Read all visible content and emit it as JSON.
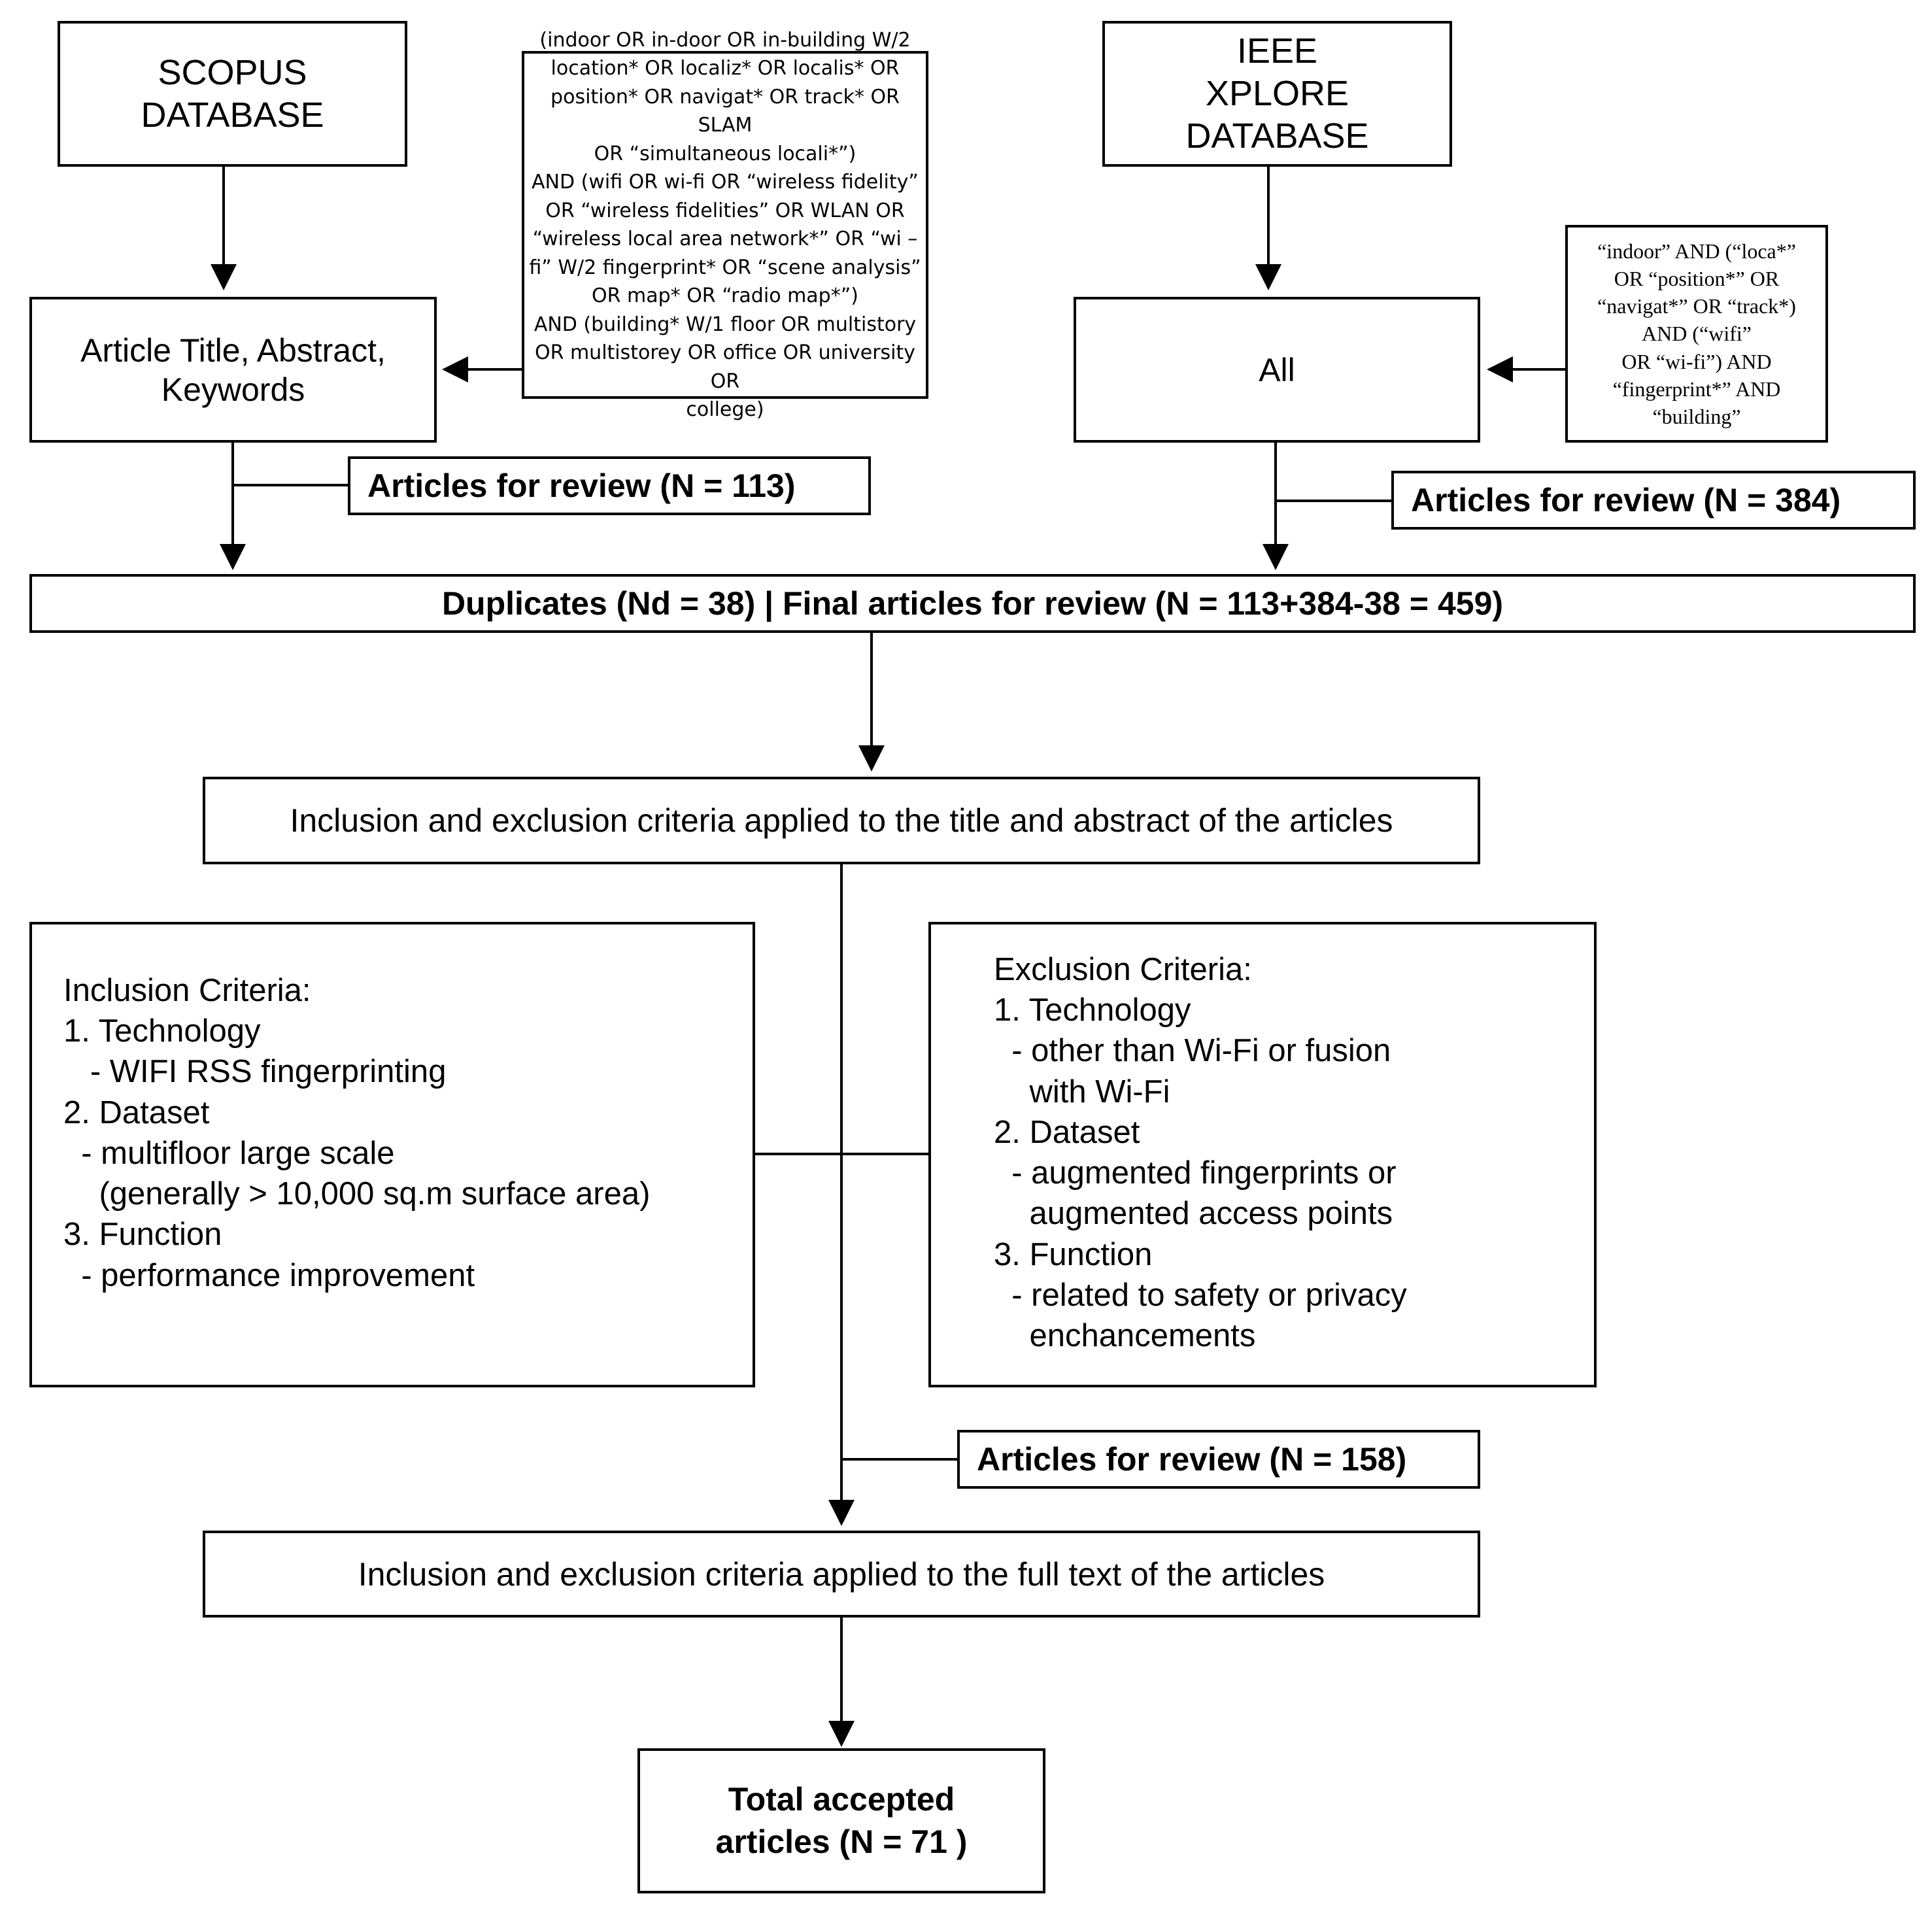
{
  "scopus": {
    "title_lines": [
      "SCOPUS",
      "DATABASE"
    ],
    "fields_lines": [
      "Article Title, Abstract,",
      "Keywords"
    ],
    "query_lines": [
      "(indoor OR in-door OR in-building W/2",
      "location* OR localiz* OR localis* OR",
      "position* OR navigat* OR track* OR SLAM",
      "OR “simultaneous locali*”)",
      "AND (wifi OR wi-fi OR “wireless fidelity”",
      "OR “wireless fidelities” OR WLAN OR",
      "“wireless local area network*” OR “wi –",
      "fi” W/2 fingerprint* OR “scene analysis”",
      "OR map* OR “radio map*”)",
      "AND (building* W/1 floor OR multistory",
      "OR multistorey OR office OR university OR",
      "college)"
    ],
    "count_label": "Articles for review (N = 113)"
  },
  "ieee": {
    "title_lines": [
      "IEEE",
      "XPLORE",
      "DATABASE"
    ],
    "fields_label": "All",
    "query_lines": [
      "“indoor” AND (“loca*”",
      "OR “position*” OR",
      "“navigat*” OR “track*)",
      "AND (“wifi”",
      "OR “wi-fi”) AND",
      "“fingerprint*” AND",
      "“building”"
    ],
    "count_label": "Articles for review (N = 384)"
  },
  "merge": {
    "label": "Duplicates (Nd = 38) | Final articles for review (N = 113+384-38 = 459)"
  },
  "screening": {
    "title_abstract_label": "Inclusion and exclusion criteria applied to the title and abstract of the articles",
    "inclusion_lines": [
      "Inclusion Criteria:",
      "1. Technology",
      "   - WIFI RSS fingerprinting",
      "2. Dataset",
      "  - multifloor large scale",
      "    (generally > 10,000 sq.m surface area)",
      "3. Function",
      "  - performance improvement"
    ],
    "exclusion_lines": [
      "Exclusion Criteria:",
      "1. Technology",
      "  - other than Wi-Fi or fusion",
      "    with Wi-Fi",
      "2. Dataset",
      "  - augmented fingerprints or",
      "    augmented access points",
      "3. Function",
      "  - related to safety or privacy",
      "    enchancements"
    ],
    "count_label": "Articles for review (N = 158)",
    "full_text_label": "Inclusion and exclusion criteria applied to the full text of the articles"
  },
  "result": {
    "lines": [
      "Total accepted",
      "articles (N = 71 )"
    ]
  }
}
